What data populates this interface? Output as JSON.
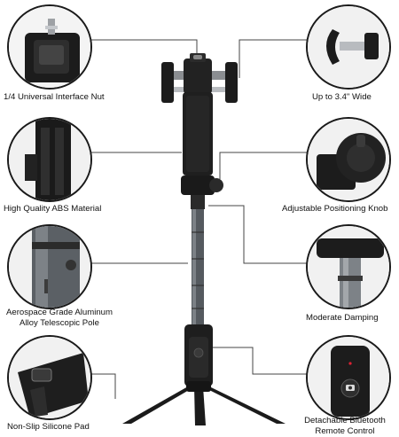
{
  "features": [
    {
      "id": "interface-nut",
      "label": "1/4 Universal Interface Nut"
    },
    {
      "id": "wide",
      "label": "Up to 3.4\" Wide"
    },
    {
      "id": "abs",
      "label": "High Quality ABS Material"
    },
    {
      "id": "knob",
      "label": "Adjustable Positioning Knob"
    },
    {
      "id": "pole",
      "label_line1": "Aerospace Grade Aluminum",
      "label_line2": "Alloy Telescopic Pole"
    },
    {
      "id": "damping",
      "label": "Moderate Damping"
    },
    {
      "id": "pad",
      "label": "Non-Slip Silicone Pad"
    },
    {
      "id": "remote",
      "label_line1": "Detachable Bluetooth",
      "label_line2": "Remote Control"
    }
  ],
  "colors": {
    "product": "#1c1c1c",
    "metal": "#6f7276",
    "line": "#333333",
    "accent": "#e9e9e9"
  }
}
